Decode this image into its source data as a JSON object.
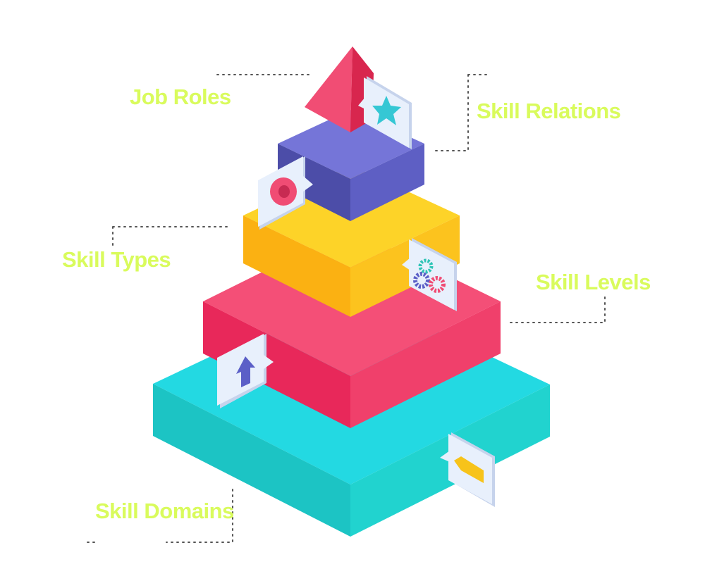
{
  "labels": {
    "job_roles": "Job Roles",
    "skill_relations": "Skill Relations",
    "skill_types": "Skill Types",
    "skill_levels": "Skill Levels",
    "skill_domains": "Skill Domains"
  },
  "colors": {
    "label_text": "#d9fb5c",
    "leader_dots": "#555555",
    "teal": "#23d6dd",
    "pink": "#f4406a",
    "yellow": "#fcc41c",
    "purple": "#6062c8",
    "card": "#e9f0fb"
  },
  "icons": [
    "star-icon",
    "target-icon",
    "gears-icon",
    "arrow-up-icon",
    "arrow-left-icon"
  ]
}
